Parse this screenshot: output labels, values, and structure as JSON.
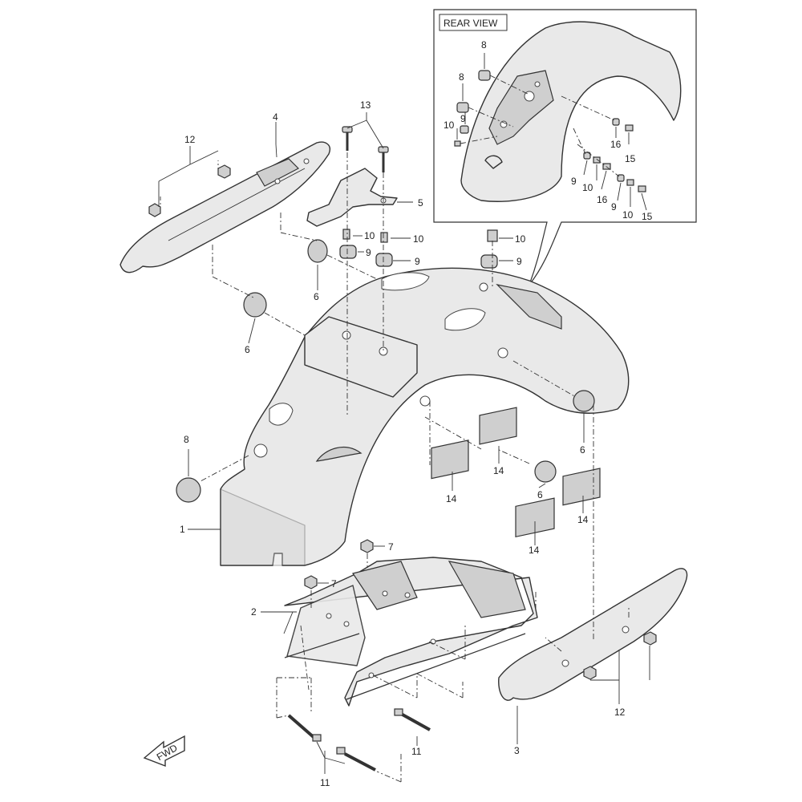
{
  "inset": {
    "title": "REAR VIEW"
  },
  "fwd_label": "FWD",
  "callouts": {
    "c1": "1",
    "c2": "2",
    "c3": "3",
    "c4": "4",
    "c5": "5",
    "c6a": "6",
    "c6b": "6",
    "c6c": "6",
    "c6d": "6",
    "c7a": "7",
    "c7b": "7",
    "c8a": "8",
    "c8b": "8",
    "c8c": "8",
    "c9a": "9",
    "c9b": "9",
    "c9c": "9",
    "c9d": "9",
    "c9e": "9",
    "c9f": "9",
    "c10a": "10",
    "c10b": "10",
    "c10c": "10",
    "c10d": "10",
    "c10e": "10",
    "c10f": "10",
    "c11a": "11",
    "c11b": "11",
    "c12a": "12",
    "c12b": "12",
    "c13": "13",
    "c14a": "14",
    "c14b": "14",
    "c14c": "14",
    "c14d": "14",
    "c15a": "15",
    "c15b": "15",
    "c16a": "16",
    "c16b": "16"
  }
}
